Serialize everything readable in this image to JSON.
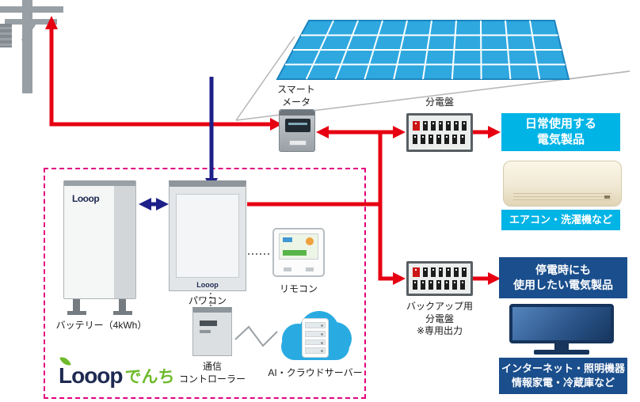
{
  "labels": {
    "smart_meter_1": "スマート",
    "smart_meter_2": "メータ",
    "dist_board": "分電盤",
    "power_conditioner": "パワコン",
    "remote": "リモコン",
    "battery": "バッテリー（4kWh）",
    "comm_1": "通信",
    "comm_2": "コントローラー",
    "ai_server": "AI・クラウドサーバー",
    "backup_1": "バックアップ用",
    "backup_2": "分電盤",
    "backup_3": "※専用出力"
  },
  "info_boxes": {
    "daily_1": "日常使用する",
    "daily_2": "電気製品",
    "aircon_note": "エアコン・洗濯機など",
    "outage_1": "停電時にも",
    "outage_2": "使用したい電気製品",
    "devices_1": "インターネット・照明機器",
    "devices_2": "情報家電・冷蔵庫など"
  },
  "brand": {
    "name": "Looop",
    "product": "でんち",
    "battery_logo": "Looop",
    "powercon_logo": "Looop"
  },
  "colors": {
    "ac_power_line": "#e60012",
    "dc_power_line": "#1d2088",
    "highlight_cyan": "#00b4e6",
    "highlight_navy": "#1a4e8c",
    "solar_panel_blue": "#2fa8e0",
    "dashed_frame_pink": "#e4007f"
  }
}
